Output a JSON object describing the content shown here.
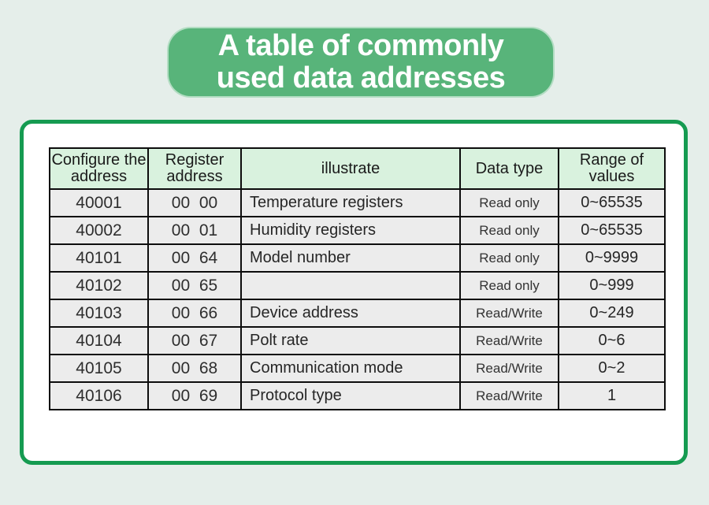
{
  "title": {
    "line1": "A table of commonly",
    "line2": "used data addresses"
  },
  "colors": {
    "page_bg": "#e5eeea",
    "banner_green": "#58b47a",
    "panel_border_green": "#159b51",
    "header_cell_bg": "#d9f2de",
    "body_cell_bg": "#ececec",
    "cell_border": "#0d0d0d",
    "title_text": "#ffffff"
  },
  "table": {
    "columns": [
      {
        "id": "configure-address",
        "label": "Configure the address"
      },
      {
        "id": "register-address",
        "label": "Register address"
      },
      {
        "id": "illustrate",
        "label": "illustrate"
      },
      {
        "id": "data-type",
        "label": "Data type"
      },
      {
        "id": "range-of-values",
        "label": "Range of values"
      }
    ],
    "rows": [
      {
        "configure_address": "40001",
        "register_address": "00  00",
        "illustrate": "Temperature registers",
        "data_type": "Read only",
        "range": "0~65535"
      },
      {
        "configure_address": "40002",
        "register_address": "00  01",
        "illustrate": "Humidity registers",
        "data_type": "Read only",
        "range": "0~65535"
      },
      {
        "configure_address": "40101",
        "register_address": "00  64",
        "illustrate": "Model number",
        "data_type": "Read only",
        "range": "0~9999"
      },
      {
        "configure_address": "40102",
        "register_address": "00  65",
        "illustrate": "",
        "data_type": "Read only",
        "range": "0~999"
      },
      {
        "configure_address": "40103",
        "register_address": "00  66",
        "illustrate": "Device address",
        "data_type": "Read/Write",
        "range": "0~249"
      },
      {
        "configure_address": "40104",
        "register_address": "00  67",
        "illustrate": "Polt rate",
        "data_type": "Read/Write",
        "range": "0~6"
      },
      {
        "configure_address": "40105",
        "register_address": "00  68",
        "illustrate": "Communication mode",
        "data_type": "Read/Write",
        "range": "0~2"
      },
      {
        "configure_address": "40106",
        "register_address": "00  69",
        "illustrate": "Protocol type",
        "data_type": "Read/Write",
        "range": "1"
      }
    ]
  }
}
